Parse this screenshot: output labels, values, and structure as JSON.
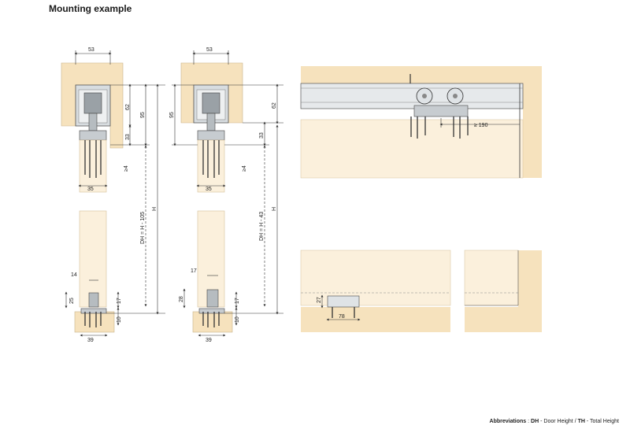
{
  "page": {
    "title": "Mounting example"
  },
  "colors": {
    "wood": "#f6e2bd",
    "wood_light": "#fbf0dc",
    "metal": "#c7ccd0",
    "metal_dark": "#7b8287",
    "screw": "#4a4a4a",
    "line": "#333333"
  },
  "left_view": {
    "top_width": "53",
    "height_62": "62",
    "height_95": "95",
    "height_33": "33",
    "clearance": "≥4",
    "door_width": "35",
    "door_height": "DH = H - 105",
    "total_height": "H",
    "guide_width": "14",
    "guide_height": "25",
    "floor_gap": "17",
    "floor_depth": "10",
    "base_width": "39"
  },
  "right_view": {
    "top_width": "53",
    "height_95": "95",
    "height_62": "62",
    "height_33": "33",
    "clearance": "≥4",
    "door_width": "35",
    "door_height": "DH = H - 43",
    "total_height": "H",
    "guide_width": "17",
    "guide_height": "28",
    "floor_gap": "17",
    "floor_depth": "10",
    "base_width": "39"
  },
  "front_view": {
    "track_min": "≥ 190"
  },
  "bottom_view": {
    "guide_height": "27",
    "guide_length": "78"
  },
  "footer": {
    "label": "Abbreviations",
    "sep": " : ",
    "dh_abbr": "DH",
    "dh_text": " - Door Height / ",
    "th_abbr": "TH",
    "th_text": " - Total Height"
  }
}
